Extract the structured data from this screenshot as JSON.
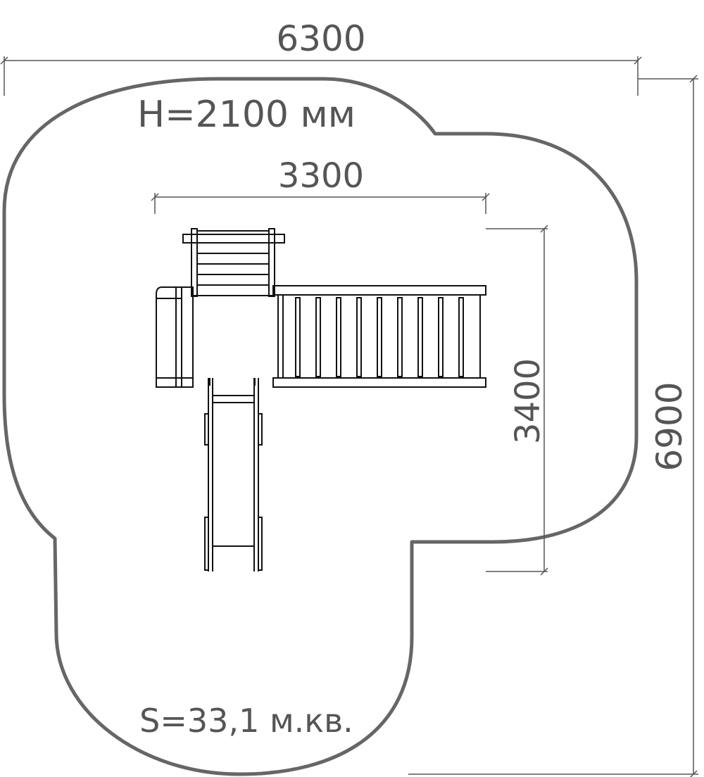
{
  "dimensions": {
    "total_width": "6300",
    "total_height": "6900",
    "structure_width": "3300",
    "structure_height": "3400"
  },
  "height_label": "H=2100 мм",
  "area_label": "S=33,1 м.кв.",
  "colors": {
    "zone_outline": "#666666",
    "dimension_line": "#555555",
    "structure_line": "#111111",
    "text": "#555555"
  }
}
